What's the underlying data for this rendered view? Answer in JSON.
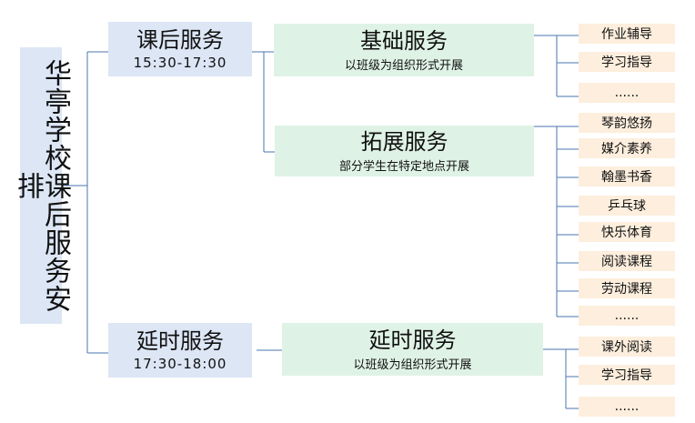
{
  "root": {
    "title": "华亭学校课后服务安排"
  },
  "services": [
    {
      "name": "课后服务",
      "time": "15:30-17:30"
    },
    {
      "name": "延时服务",
      "time": "17:30-18:00"
    }
  ],
  "subservices": [
    {
      "name": "基础服务",
      "desc": "以班级为组织形式开展"
    },
    {
      "name": "拓展服务",
      "desc": "部分学生在特定地点开展"
    },
    {
      "name": "延时服务",
      "desc": "以班级为组织形式开展"
    }
  ],
  "leaves": {
    "basic": [
      "作业辅导",
      "学习指导",
      "......"
    ],
    "extended": [
      "琴韵悠扬",
      "媒介素养",
      "翰墨书香",
      "乒乓球",
      "快乐体育",
      "阅读课程",
      "劳动课程",
      "......"
    ],
    "delay": [
      "课外阅读",
      "学习指导",
      "......"
    ]
  },
  "colors": {
    "blue_box": "#dce6f5",
    "green_box": "#dff2e6",
    "orange_box": "#fdeedd",
    "connector": "#4a74b2"
  }
}
